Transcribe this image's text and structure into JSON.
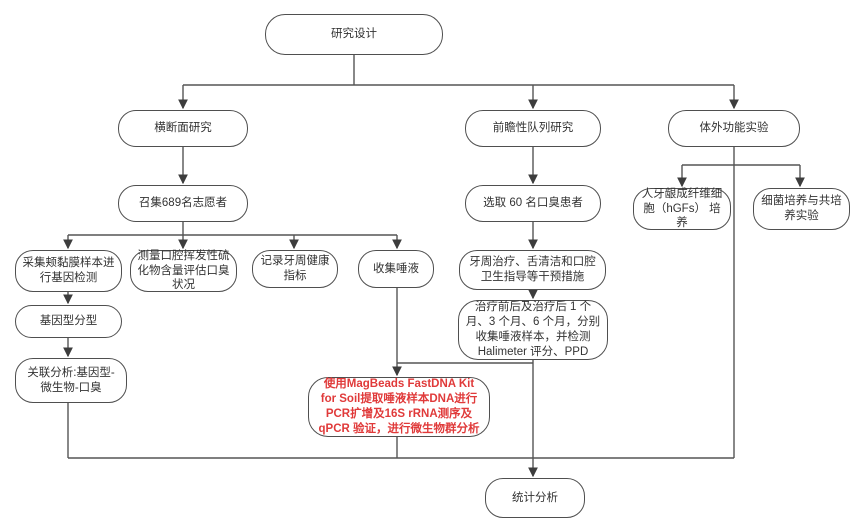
{
  "diagram": {
    "type": "flowchart",
    "nodes": {
      "research_design": {
        "label": "研究设计"
      },
      "cross_sectional": {
        "label": "横断面研究"
      },
      "prospective_cohort": {
        "label": "前瞻性队列研究"
      },
      "in_vitro": {
        "label": "体外功能实验"
      },
      "recruit": {
        "label": "召集689名志愿者"
      },
      "select_patients": {
        "label": "选取 60 名口臭患者"
      },
      "hgfs_culture": {
        "label": "人牙龈成纤维细胞（hGFs） 培养"
      },
      "bacteria_culture": {
        "label": "细菌培养与共培养实验"
      },
      "buccal_sample": {
        "label": "采集颊黏膜样本进行基因检测"
      },
      "vsc_measure": {
        "label": "测量口腔挥发性硫化物含量评估口臭状况"
      },
      "perio_index": {
        "label": "记录牙周健康指标"
      },
      "collect_saliva": {
        "label": "收集唾液"
      },
      "intervention": {
        "label": "牙周治疗、舌清洁和口腔卫生指导等干预措施"
      },
      "genotyping": {
        "label": "基因型分型"
      },
      "followup": {
        "label": "治疗前后及治疗后 1 个月、3 个月、6 个月，分别收集唾液样本，并检测 Halimeter 评分、PPD"
      },
      "association": {
        "label": "关联分析:基因型-微生物-口臭"
      },
      "sequencing": {
        "label": "使用MagBeads FastDNA Kit for Soil提取唾液样本DNA进行PCR扩增及16S rRNA测序及qPCR 验证，进行微生物群分析"
      },
      "statistics": {
        "label": "统计分析"
      }
    },
    "colors": {
      "line": "#555555",
      "node_border": "#4f4f4f",
      "text": "#333333",
      "highlight_text": "#e03a3a",
      "background": "#ffffff"
    }
  }
}
